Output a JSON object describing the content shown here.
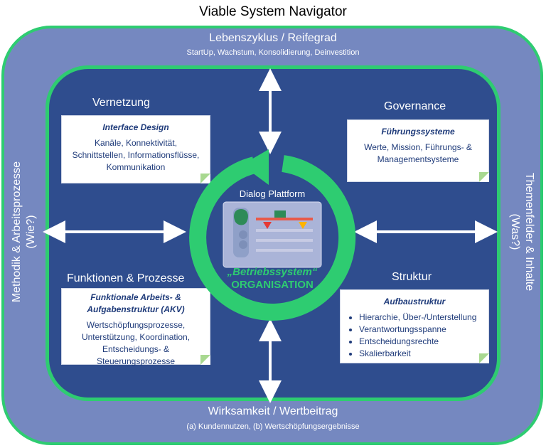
{
  "title": "Viable System Navigator",
  "top": {
    "title": "Lebenszyklus / Reifegrad",
    "subtitle": "StartUp, Wachstum, Konsolidierung, Deinvestition"
  },
  "bottom": {
    "title": "Wirksamkeit / Wertbeitrag",
    "subtitle": "(a) Kundennutzen, (b) Wertschöpfungsergebnisse"
  },
  "left": {
    "line1": "Methodik & Arbeitsprozesse",
    "line2": "(Wie?)"
  },
  "right": {
    "line1": "Themenfelder & Inhalte",
    "line2": "(Was?)"
  },
  "vernetzung": {
    "title": "Vernetzung",
    "heading": "Interface Design",
    "text": "Kanäle, Konnektivität, Schnittstellen, Informationsflüsse, Kommunikation"
  },
  "governance": {
    "title": "Governance",
    "heading": "Führungssysteme",
    "text": "Werte, Mission, Führungs- & Managementsysteme"
  },
  "funktionen": {
    "title": "Funktionen & Prozesse",
    "heading": "Funktionale Arbeits- & Aufgabenstruktur (AKV)",
    "text": "Wertschöpfungsprozesse, Unterstützung, Koordination, Entscheidungs- & Steuerungsprozesse"
  },
  "struktur": {
    "title": "Struktur",
    "heading": "Aufbaustruktur",
    "items": [
      "Hierarchie, Über-/Unterstellung",
      "Verantwortungsspanne",
      "Entscheidungsrechte",
      "Skalierbarkeit"
    ]
  },
  "center": {
    "label": "Dialog Plattform",
    "line1": "„Betriebssystem“",
    "line2": "ORGANISATION"
  },
  "colors": {
    "outer": "#7588c0",
    "inner": "#2f4d8e",
    "accent": "#2ecc71",
    "note_text": "#1f3b7a"
  }
}
